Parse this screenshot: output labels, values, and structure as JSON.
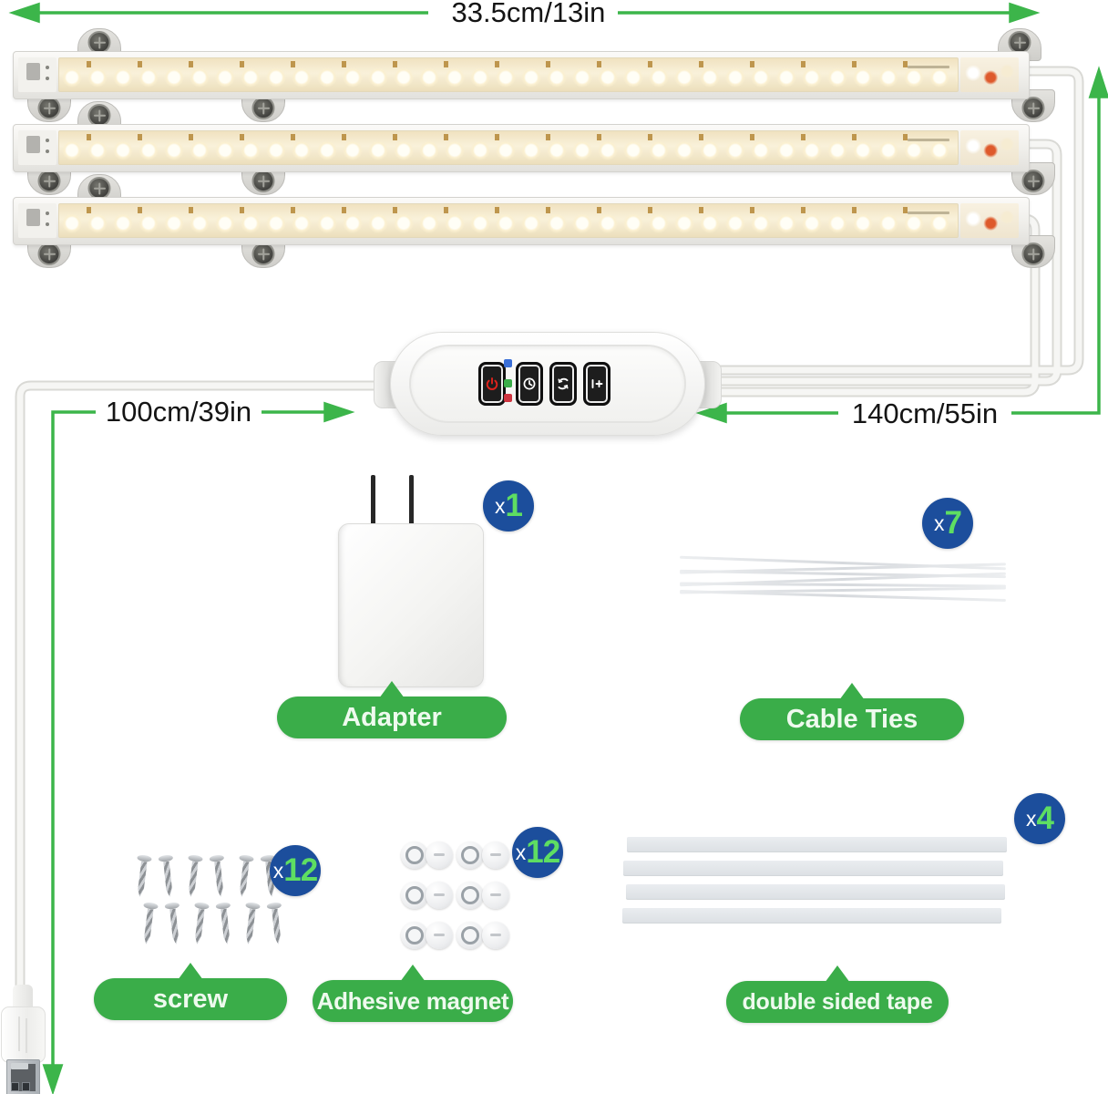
{
  "infographic": {
    "dimensions": {
      "bar_length": "33.5cm/13in",
      "left_cable_length": "100cm/39in",
      "right_cable_length": "140cm/55in"
    },
    "light_bars": {
      "count": 3
    },
    "controller": {
      "buttons": [
        {
          "name": "power-button"
        },
        {
          "name": "timer-button"
        },
        {
          "name": "cycle-button"
        },
        {
          "name": "brightness-button"
        }
      ],
      "indicator_colors": [
        "#3a6fd8",
        "#3aad49",
        "#cf3440"
      ]
    },
    "kit_items": [
      {
        "id": "adapter",
        "label": "Adapter",
        "count_prefix": "x",
        "count_value": "1"
      },
      {
        "id": "cable-ties",
        "label": "Cable Ties",
        "count_prefix": "x",
        "count_value": "7"
      },
      {
        "id": "screw",
        "label": "screw",
        "count_prefix": "x",
        "count_value": "12"
      },
      {
        "id": "adhesive-magnet",
        "label": "Adhesive magnet",
        "count_prefix": "x",
        "count_value": "12"
      },
      {
        "id": "double-sided-tape",
        "label": "double sided tape",
        "count_prefix": "x",
        "count_value": "4"
      }
    ],
    "colors": {
      "accent_green": "#3cb54a",
      "pill_green": "#3aad49",
      "pill_text": "#eefaee",
      "badge_blue": "#1c4e9c",
      "badge_number_green": "#5ede62",
      "badge_x_white": "#ffffff",
      "power_icon_red": "#e0231d",
      "cable_white": "#f5f5f3",
      "led_warm": "#f9efd4"
    }
  }
}
